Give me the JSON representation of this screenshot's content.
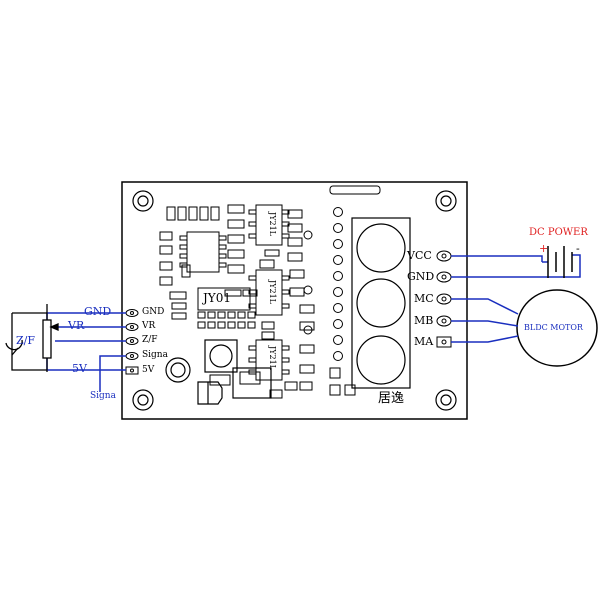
{
  "board": {
    "chip_label": "JY01",
    "ic_labels": [
      "JY21L",
      "JY21L",
      "JY21L"
    ],
    "brand_mark": "居逸"
  },
  "left_terminals": [
    "GND",
    "VR",
    "Z/F",
    "Signa",
    "5V"
  ],
  "right_terminals": [
    "VCC",
    "GND",
    "MC",
    "MB",
    "MA"
  ],
  "external": {
    "gnd_label": "GND",
    "vr_label": "VR",
    "zf_label": "Z/F",
    "v5_label": "5V",
    "signal_label": "Signa",
    "dc_power_label": "DC POWER",
    "plus_sign": "+",
    "minus_sign": "-",
    "motor_label": "BLDC MOTOR"
  },
  "colors": {
    "wire_blue": "#1a2fbf",
    "power_red": "#e02020",
    "outline": "#000000"
  }
}
